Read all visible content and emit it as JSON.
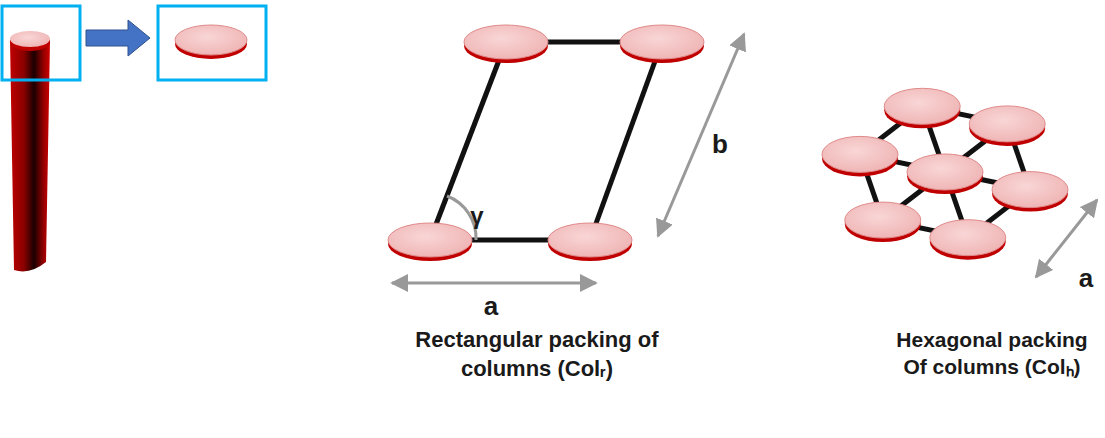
{
  "diagram": {
    "labels": [
      "γ",
      "b",
      "a",
      "a",
      "Rectangular packing of columns (Colᵣ)",
      "Hexagonal packing Of columns (Colₕ)"
    ]
  }
}
